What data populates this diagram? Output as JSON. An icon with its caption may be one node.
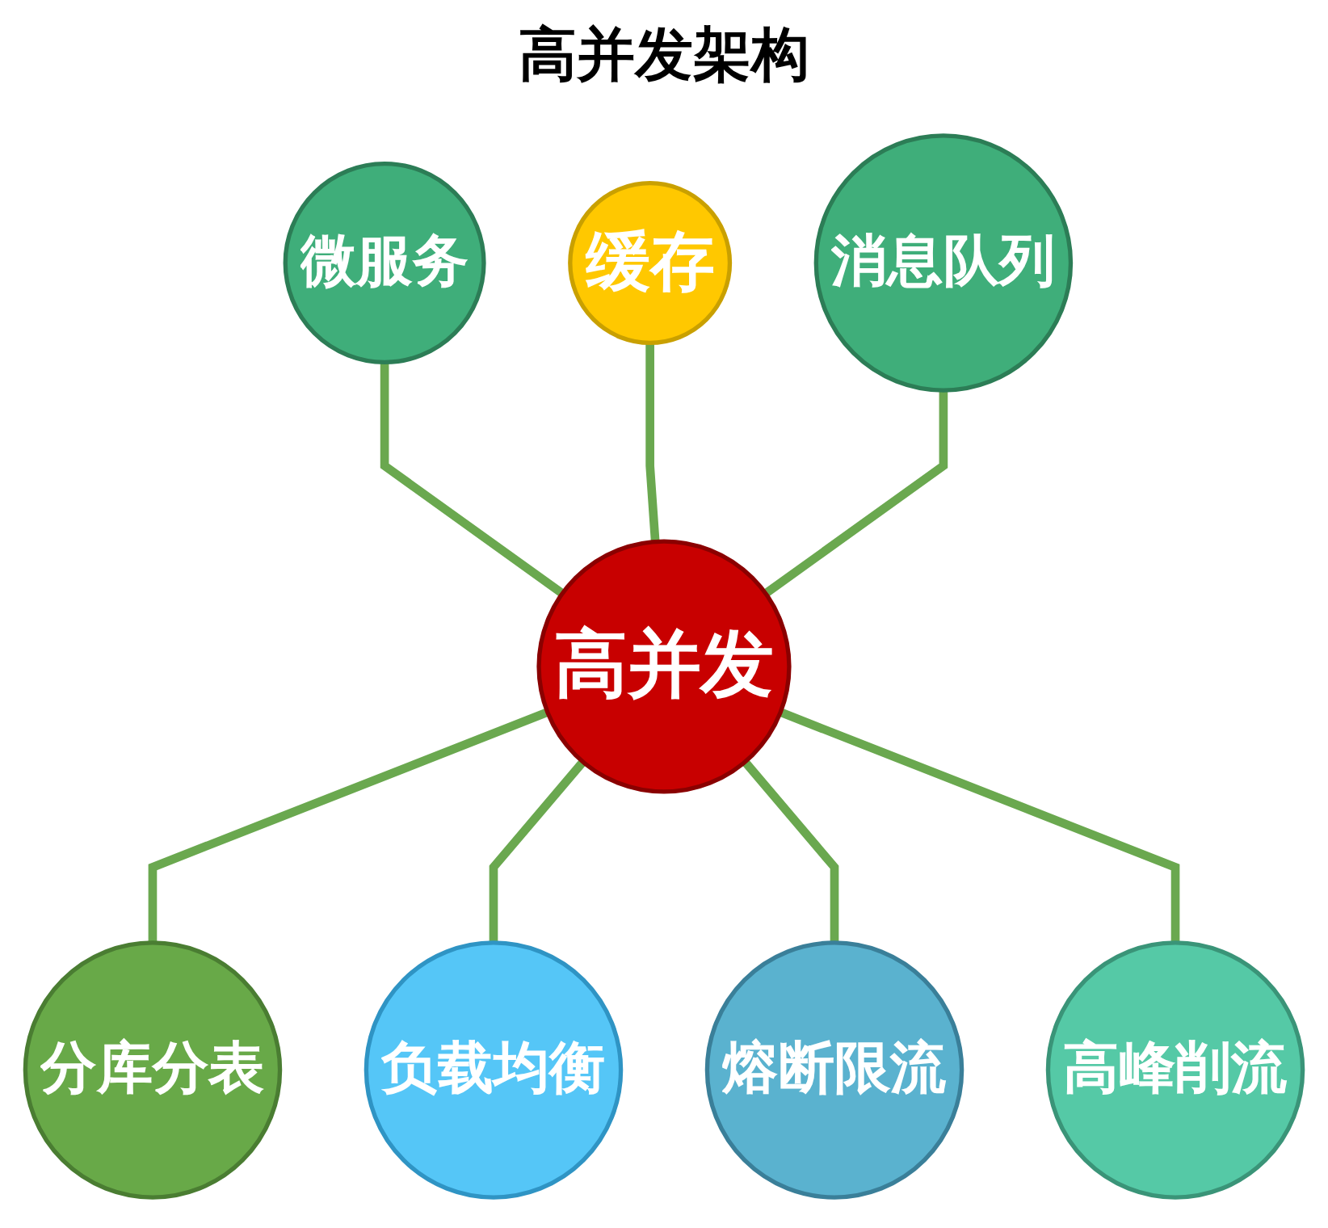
{
  "diagram": {
    "title": "高并发架构",
    "nodes": [
      {
        "text": [
          "缓存"
        ]
      },
      {
        "text": [
          "微服务"
        ]
      },
      {
        "text": [
          "消息队列"
        ]
      },
      {
        "text": [
          "高并发"
        ]
      },
      {
        "text": [
          "分库分表"
        ]
      },
      {
        "text": [
          "高峰削流"
        ]
      },
      {
        "text": [
          "负载均衡"
        ]
      },
      {
        "text": [
          "熔断限流"
        ]
      }
    ],
    "edges": [
      {
        "from": 1,
        "to": 3,
        "arrow": "none"
      },
      {
        "from": 0,
        "to": 3,
        "arrow": "none"
      },
      {
        "from": 2,
        "to": 3,
        "arrow": "none"
      },
      {
        "from": 3,
        "to": 4,
        "arrow": "none"
      },
      {
        "from": 3,
        "to": 6,
        "arrow": "none"
      },
      {
        "from": 3,
        "to": 7,
        "arrow": "none"
      },
      {
        "from": 3,
        "to": 5,
        "arrow": "none"
      }
    ]
  }
}
